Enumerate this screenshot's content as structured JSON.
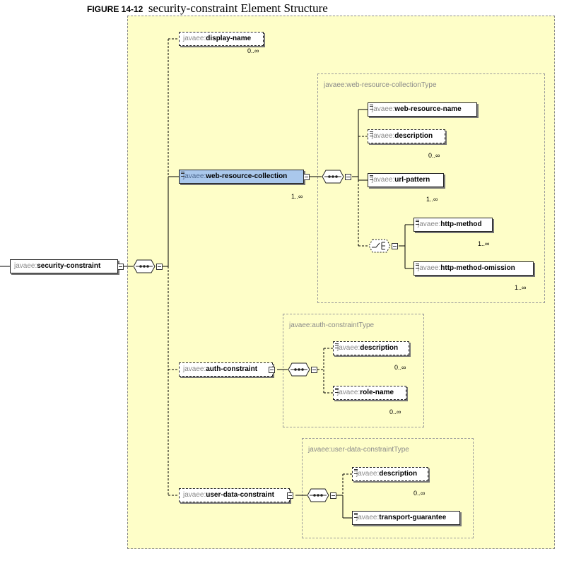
{
  "caption": {
    "figure": "FIGURE 14-12",
    "title": "security-constraint Element Structure"
  },
  "ns": "javaee:",
  "root": {
    "name": "security-constraint"
  },
  "elements": {
    "display_name": {
      "name": "display-name",
      "card": "0..∞"
    },
    "web_resource_collection": {
      "name": "web-resource-collection",
      "card": "1..∞"
    },
    "auth_constraint": {
      "name": "auth-constraint"
    },
    "user_data_constraint": {
      "name": "user-data-constraint"
    }
  },
  "types": {
    "web_resource_collection": {
      "title": "javaee:web-resource-collectionType",
      "children": {
        "web_resource_name": {
          "name": "web-resource-name"
        },
        "description": {
          "name": "description",
          "card": "0..∞"
        },
        "url_pattern": {
          "name": "url-pattern",
          "card": "1..∞"
        },
        "http_method": {
          "name": "http-method",
          "card": "1..∞"
        },
        "http_method_omission": {
          "name": "http-method-omission",
          "card": "1..∞"
        }
      }
    },
    "auth_constraint": {
      "title": "javaee:auth-constraintType",
      "children": {
        "description": {
          "name": "description",
          "card": "0..∞"
        },
        "role_name": {
          "name": "role-name",
          "card": "0..∞"
        }
      }
    },
    "user_data_constraint": {
      "title": "javaee:user-data-constraintType",
      "children": {
        "description": {
          "name": "description",
          "card": "0..∞"
        },
        "transport_guarantee": {
          "name": "transport-guarantee"
        }
      }
    }
  }
}
